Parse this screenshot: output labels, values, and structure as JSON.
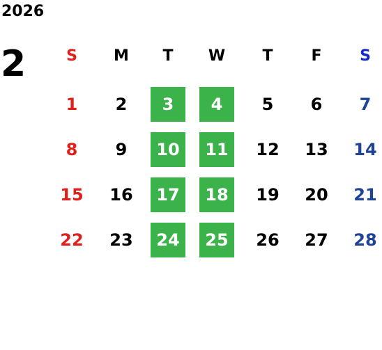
{
  "calendar": {
    "year": "2026",
    "month": "2",
    "weekdays": [
      {
        "label": "S",
        "color": "#e0201c"
      },
      {
        "label": "M",
        "color": "#000000"
      },
      {
        "label": "T",
        "color": "#000000"
      },
      {
        "label": "W",
        "color": "#000000"
      },
      {
        "label": "T",
        "color": "#000000"
      },
      {
        "label": "F",
        "color": "#000000"
      },
      {
        "label": "S",
        "color": "#1428c8"
      }
    ],
    "colors": {
      "sunday": "#e0201c",
      "saturday": "#1f4496",
      "weekday": "#000000",
      "highlight_bg": "#3cb34a",
      "highlight_text": "#ffffff"
    },
    "weeks": [
      [
        {
          "day": "1"
        },
        {
          "day": "2"
        },
        {
          "day": "3",
          "highlight": true
        },
        {
          "day": "4",
          "highlight": true
        },
        {
          "day": "5"
        },
        {
          "day": "6"
        },
        {
          "day": "7"
        }
      ],
      [
        {
          "day": "8"
        },
        {
          "day": "9"
        },
        {
          "day": "10",
          "highlight": true
        },
        {
          "day": "11",
          "highlight": true
        },
        {
          "day": "12"
        },
        {
          "day": "13"
        },
        {
          "day": "14"
        }
      ],
      [
        {
          "day": "15"
        },
        {
          "day": "16"
        },
        {
          "day": "17",
          "highlight": true
        },
        {
          "day": "18",
          "highlight": true
        },
        {
          "day": "19"
        },
        {
          "day": "20"
        },
        {
          "day": "21"
        }
      ],
      [
        {
          "day": "22"
        },
        {
          "day": "23"
        },
        {
          "day": "24",
          "highlight": true
        },
        {
          "day": "25",
          "highlight": true
        },
        {
          "day": "26"
        },
        {
          "day": "27"
        },
        {
          "day": "28"
        }
      ]
    ]
  }
}
